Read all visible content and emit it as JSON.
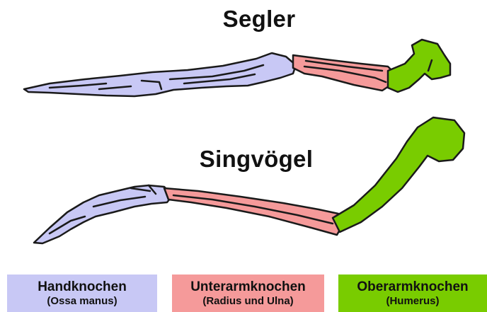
{
  "titles": {
    "swift": "Segler",
    "songbird": "Singvögel"
  },
  "legend": [
    {
      "name": "Handknochen",
      "sub": "(Ossa manus)",
      "color": "#c8c8f5"
    },
    {
      "name": "Unterarmknochen",
      "sub": "(Radius und Ulna)",
      "color": "#f59a9a"
    },
    {
      "name": "Oberarmknochen",
      "sub": "(Humerus)",
      "color": "#79cc00"
    }
  ],
  "colors": {
    "hand": "#c8c8f5",
    "forearm": "#f59a9a",
    "humerus": "#79cc00",
    "outline": "#1a1a1a"
  }
}
